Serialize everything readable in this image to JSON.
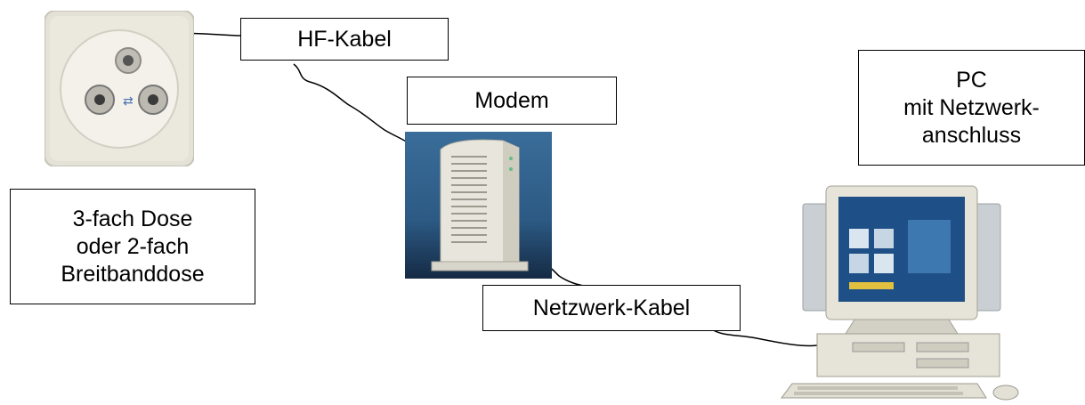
{
  "labels": {
    "hf_cable": "HF-Kabel",
    "modem": "Modem",
    "pc": [
      "PC",
      "mit Netzwerk-",
      "anschluss"
    ],
    "socket": [
      "3-fach Dose",
      "oder 2-fach",
      "Breitbanddose"
    ],
    "network_cable": "Netzwerk-Kabel"
  },
  "colors": {
    "socket_plate": "#e4e1d6",
    "modem_background": "#2c5a84",
    "modem_body": "#e8e6dc",
    "monitor_screen": "#1e4f86",
    "speaker": "#c9cfd3",
    "pc_case": "#e6e3d8"
  }
}
